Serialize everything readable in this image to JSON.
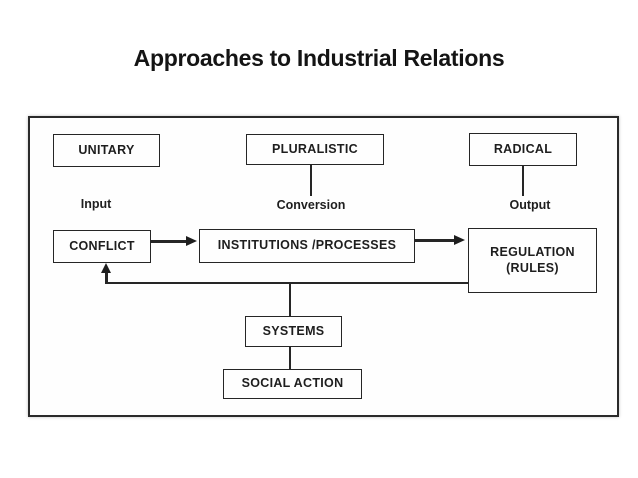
{
  "slide": {
    "title": "Approaches to Industrial Relations"
  },
  "diagram": {
    "approach_boxes": [
      {
        "label": "UNITARY"
      },
      {
        "label": "PLURALISTIC"
      },
      {
        "label": "RADICAL"
      }
    ],
    "stage_labels": [
      {
        "label": "Input"
      },
      {
        "label": "Conversion"
      },
      {
        "label": "Output"
      }
    ],
    "flow_boxes": [
      {
        "label": "CONFLICT"
      },
      {
        "label": "INSTITUTIONS /PROCESSES"
      },
      {
        "label": "REGULATION",
        "label2": "(RULES)"
      }
    ],
    "bottom_boxes": [
      {
        "label": "SYSTEMS"
      },
      {
        "label": "SOCIAL ACTION"
      }
    ]
  },
  "colors": {
    "ink": "#1e1e1e",
    "background": "#ffffff"
  }
}
